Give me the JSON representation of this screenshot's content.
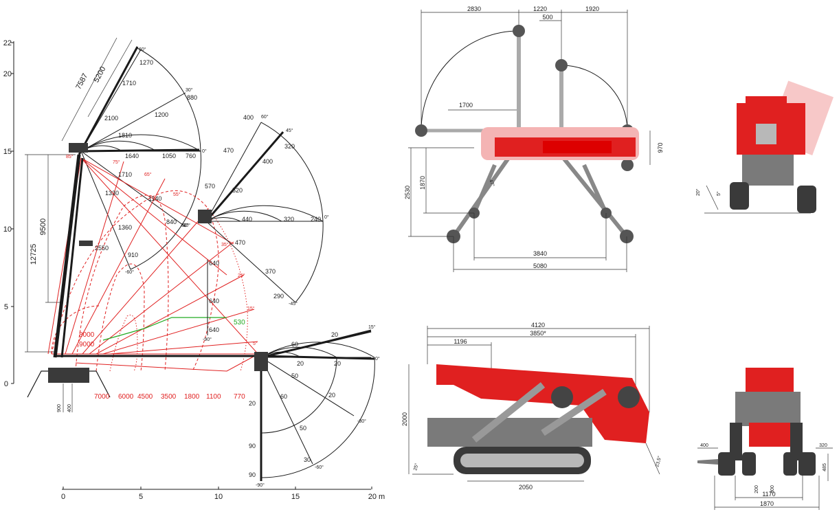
{
  "working_range": {
    "y_axis_ticks": [
      "0",
      "5",
      "10",
      "15",
      "20",
      "22"
    ],
    "x_axis_ticks": [
      "0",
      "5",
      "10",
      "15",
      "20 m"
    ],
    "height_dims": [
      "12725",
      "9500"
    ],
    "boom_dims": [
      "7587",
      "5200"
    ],
    "base_dims": [
      "900",
      "400"
    ],
    "reach_radii_red": [
      "7000",
      "6000",
      "4500",
      "3500",
      "1800",
      "1100",
      "770"
    ],
    "load_labels_red": [
      "8000",
      "9000"
    ],
    "green_load": "530",
    "upper_angles": [
      "60°",
      "30°",
      "0°",
      "-60°",
      "-30°"
    ],
    "upper_loads": [
      "1270",
      "1710",
      "880",
      "2100",
      "1200",
      "1810",
      "1640",
      "1050",
      "760",
      "1710",
      "1140",
      "1330",
      "840",
      "1360",
      "910",
      "2550"
    ],
    "red_angles": [
      "85°",
      "75°",
      "65°",
      "55°",
      "35°",
      "25°",
      "15°",
      "5°"
    ],
    "mid_angles": [
      "60°",
      "45°",
      "0°",
      "-45°",
      "-90°",
      "30°"
    ],
    "mid_loads": [
      "400",
      "320",
      "470",
      "400",
      "570",
      "520",
      "440",
      "320",
      "240",
      "470",
      "640",
      "370",
      "640",
      "290",
      "640"
    ],
    "lower_angles": [
      "15°",
      "0°",
      "-30°",
      "-60°",
      "-90°"
    ],
    "lower_loads": [
      "60",
      "20",
      "20",
      "20",
      "50",
      "60",
      "20",
      "50",
      "30",
      "90",
      "90",
      "20"
    ]
  },
  "top_view": {
    "dims_top": [
      "2830",
      "1220",
      "1920",
      "500"
    ],
    "dim_1700": "1700",
    "dims_left": [
      "2530",
      "1870"
    ],
    "dim_right": "970",
    "dims_bottom": [
      "3840",
      "5080"
    ],
    "angle": "47°"
  },
  "rear_view_tilt": {
    "angles": [
      "20°",
      "5°"
    ]
  },
  "side_view": {
    "dims_top": [
      "4120",
      "3850*",
      "1196"
    ],
    "height": "2000",
    "angles": [
      "25°",
      "23,5°"
    ],
    "track_length": "2050"
  },
  "front_view": {
    "dims": [
      "400",
      "320",
      "485",
      "200",
      "300",
      "1170",
      "1870"
    ]
  },
  "colors": {
    "machine_red": "#e02020",
    "outline": "#1a1a1a",
    "green_line": "#22aa22"
  }
}
